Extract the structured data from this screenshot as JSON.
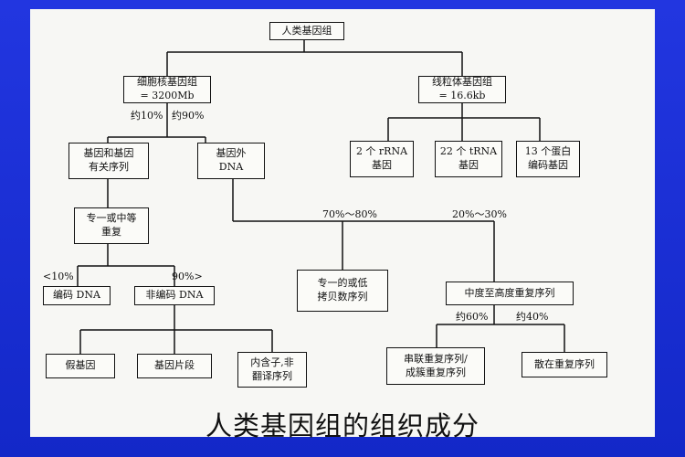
{
  "diagram": {
    "root": "人类基因组",
    "nuclear": [
      "细胞核基因组",
      "= 3200Mb"
    ],
    "mito": [
      "线粒体基因组",
      "= 16.6kb"
    ],
    "pct_10": "约10%",
    "pct_90": "约90%",
    "gene_related": [
      "基因和基因",
      "有关序列"
    ],
    "extragenic": [
      "基因外",
      "DNA"
    ],
    "rrna": [
      "2 个 rRNA",
      "基因"
    ],
    "trna": [
      "22 个 tRNA",
      "基因"
    ],
    "protein": [
      "13 个蛋白",
      "编码基因"
    ],
    "single_moderate": [
      "专一或中等",
      "重复"
    ],
    "lt10": "<10%",
    "gt90": "90%>",
    "coding": "编码 DNA",
    "noncoding": "非编码 DNA",
    "pct_70_80": "70%～80%",
    "pct_20_30": "20%～30%",
    "unique_low": [
      "专一的或低",
      "拷贝数序列"
    ],
    "mod_high": "中度至高度重复序列",
    "pct_60": "约60%",
    "pct_40": "约40%",
    "pseudogene": "假基因",
    "gene_fragment": "基因片段",
    "intron": [
      "内含子,非",
      "翻译序列"
    ],
    "tandem": [
      "串联重复序列/",
      "成簇重复序列"
    ],
    "dispersed": "散在重复序列"
  },
  "caption": "人类基因组的组织成分"
}
